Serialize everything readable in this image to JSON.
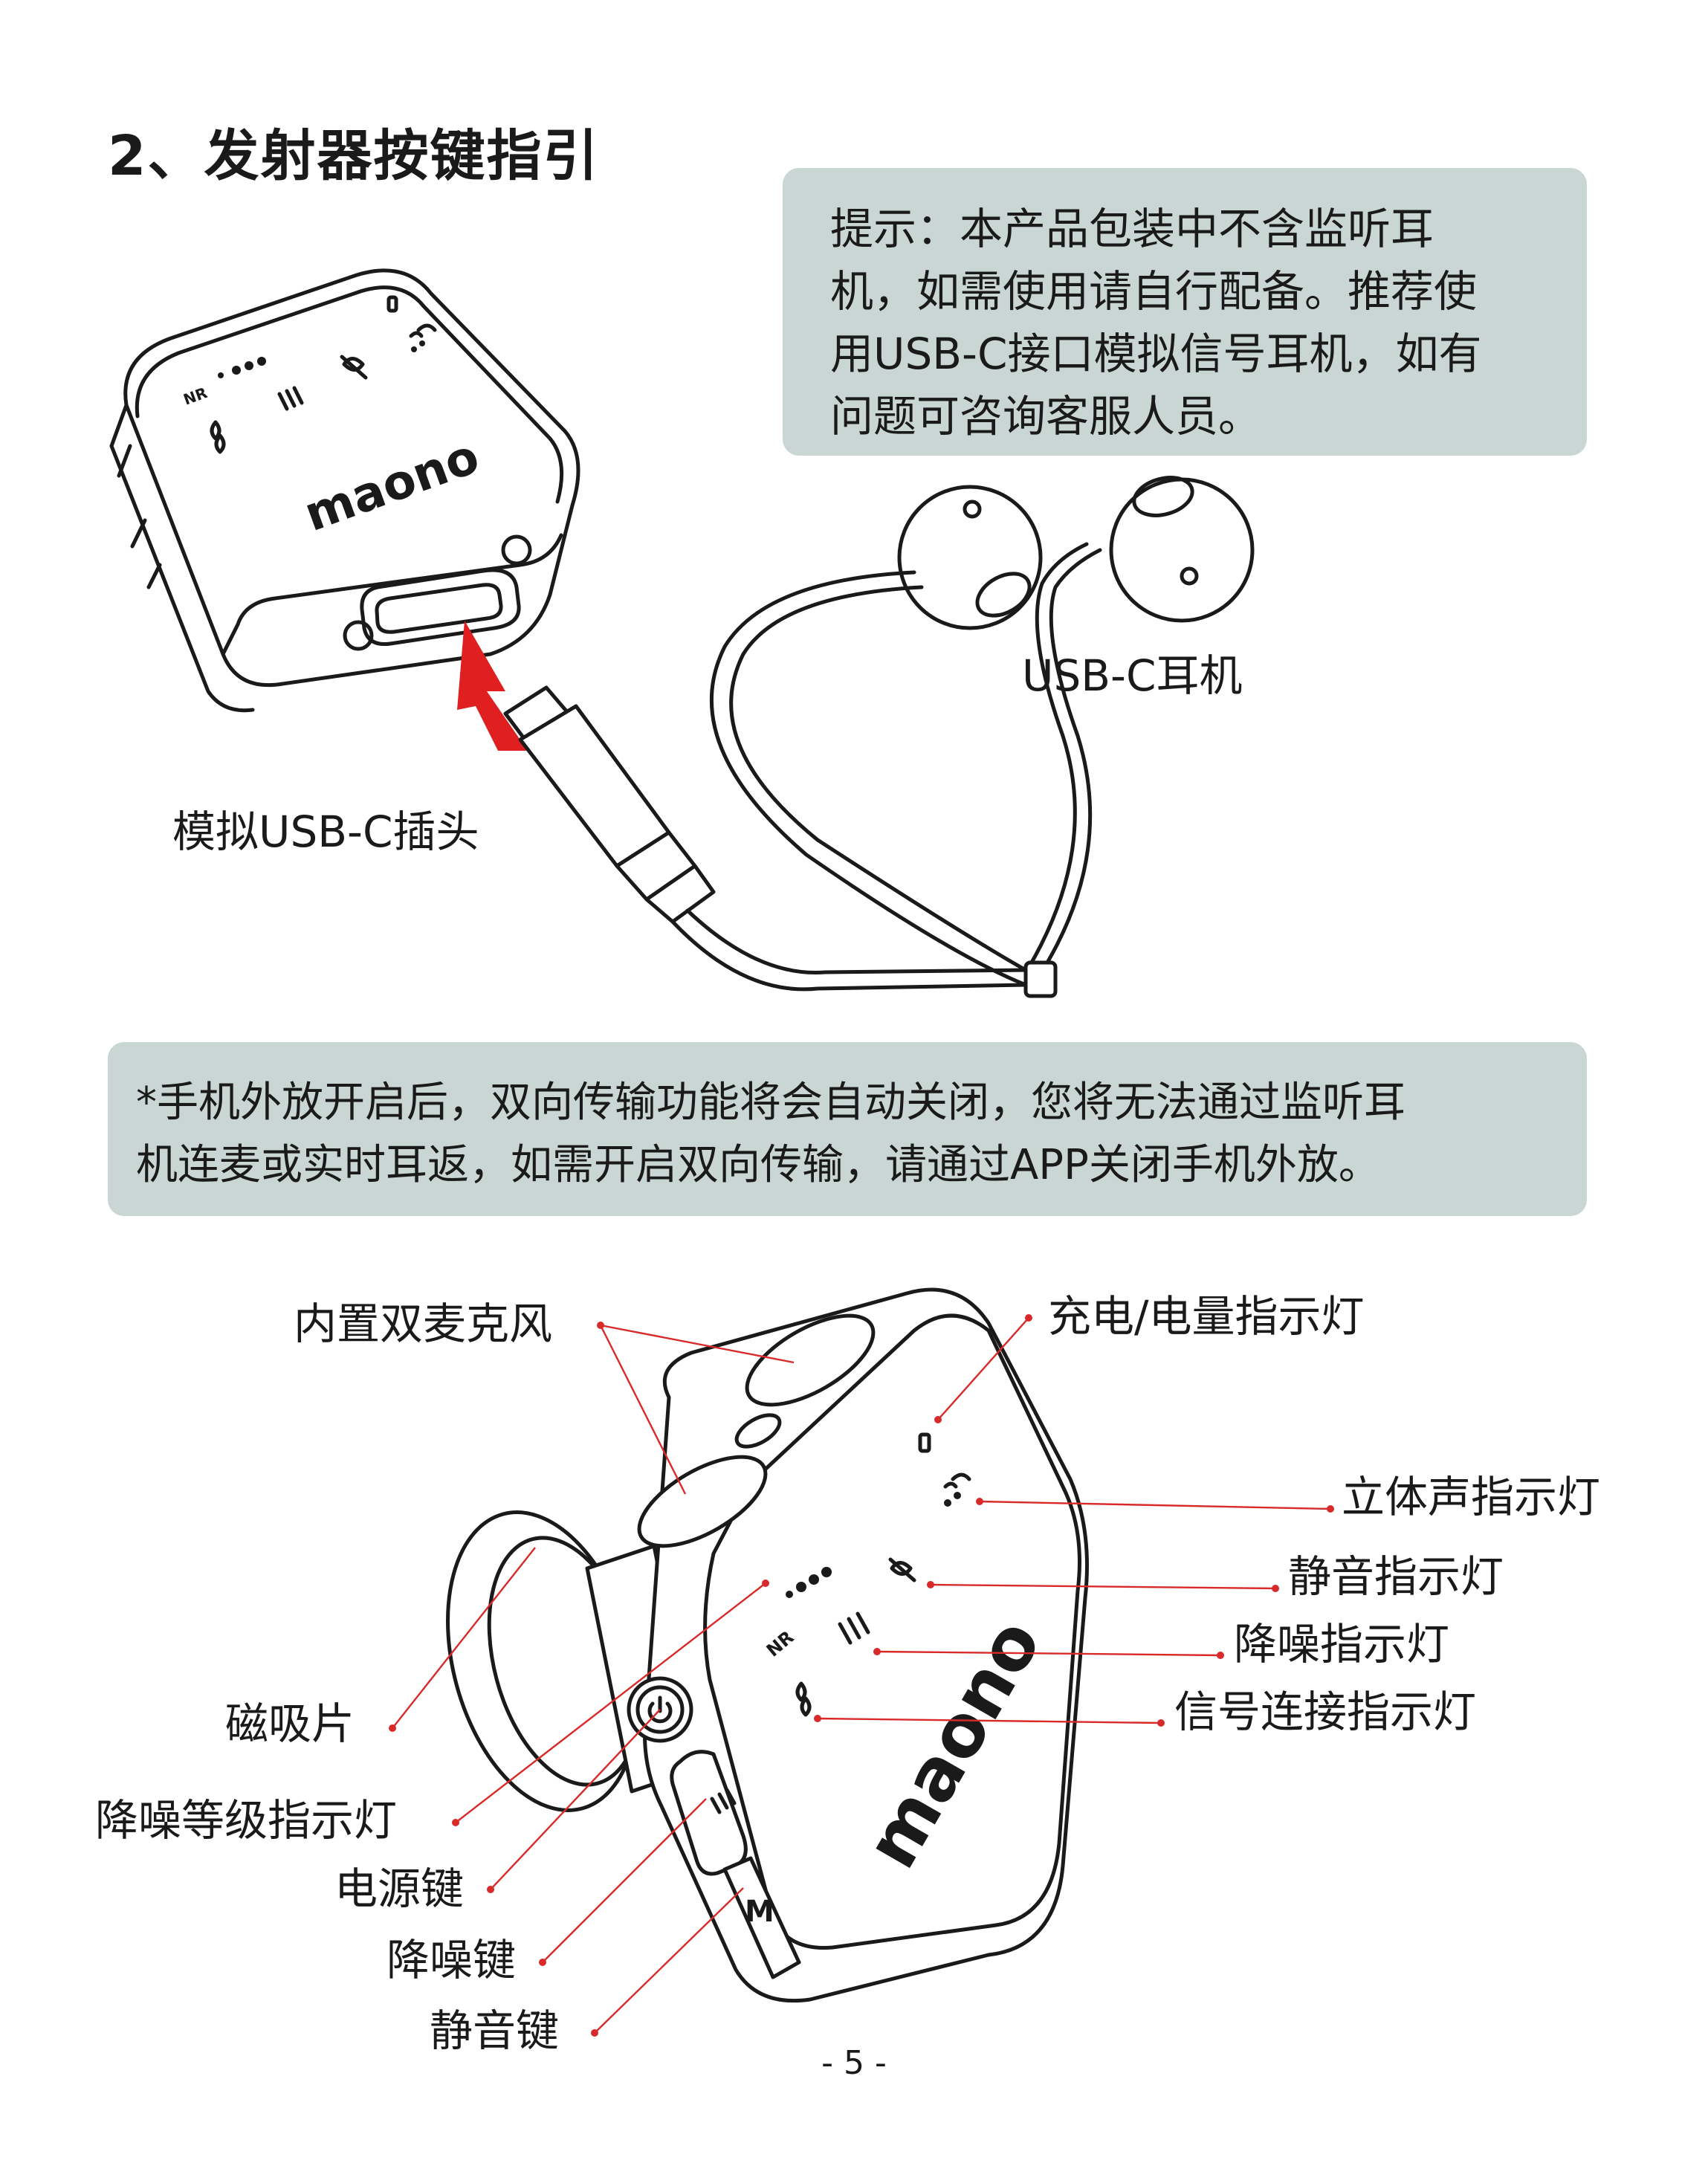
{
  "title": "2、发射器按键指引",
  "note_top": {
    "lines": [
      "提示：本产品包装中不含监听耳",
      "机，如需使用请自行配备。推荐使",
      "用USB-C接口模拟信号耳机，如有",
      "问题可咨询客服人员。"
    ]
  },
  "top_labels": {
    "earphone": "USB-C耳机",
    "plug": "模拟USB-C插头"
  },
  "device_print": {
    "brand": "maono",
    "nr": "NR",
    "m_key": "M"
  },
  "note_mid": {
    "lines": [
      "*手机外放开启后，双向传输功能将会自动关闭，您将无法通过监听耳",
      "机连麦或实时耳返，如需开启双向传输，请通过APP关闭手机外放。"
    ]
  },
  "callouts": {
    "dual_mic": "内置双麦克风",
    "charge_led": "充电/电量指示灯",
    "stereo_led": "立体声指示灯",
    "mute_led": "静音指示灯",
    "nr_led": "降噪指示灯",
    "link_led": "信号连接指示灯",
    "magnet": "磁吸片",
    "nr_level_led": "降噪等级指示灯",
    "power_key": "电源键",
    "nr_key": "降噪键",
    "mute_key": "静音键"
  },
  "page_number": "- 5 -",
  "colors": {
    "note_bg": "#c9d6d4",
    "callout": "#d92a2a",
    "arrow": "#e02020"
  }
}
